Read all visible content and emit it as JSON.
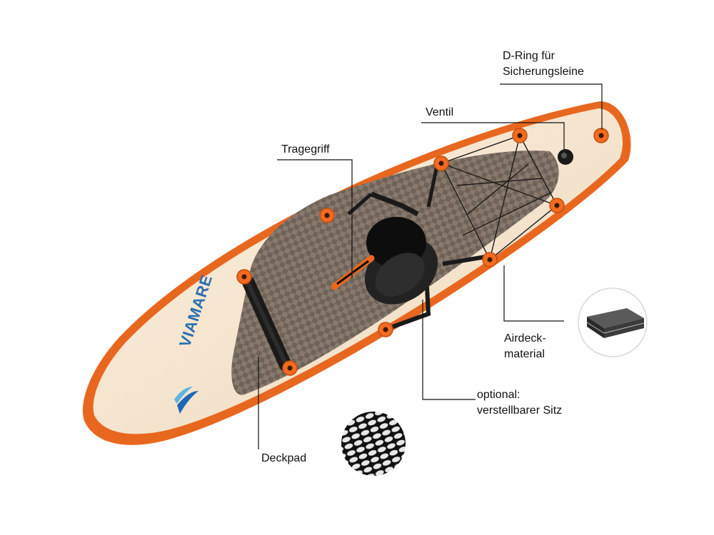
{
  "brand": {
    "name": "VIAMARE",
    "color": "#1f67b5"
  },
  "colors": {
    "rim": "#e8671f",
    "deck": "#f4e3cc",
    "pad": "#6f6358",
    "seat": "#111111",
    "accent": "#f26b21"
  },
  "labels": {
    "dring": [
      "D-Ring für",
      "Sicherungsleine"
    ],
    "ventil": "Ventil",
    "tragegriff": "Tragegriff",
    "airdeck": [
      "Airdeck-",
      "material"
    ],
    "sitz": [
      "optional:",
      "verstellbarer Sitz"
    ],
    "deckpad": "Deckpad"
  }
}
